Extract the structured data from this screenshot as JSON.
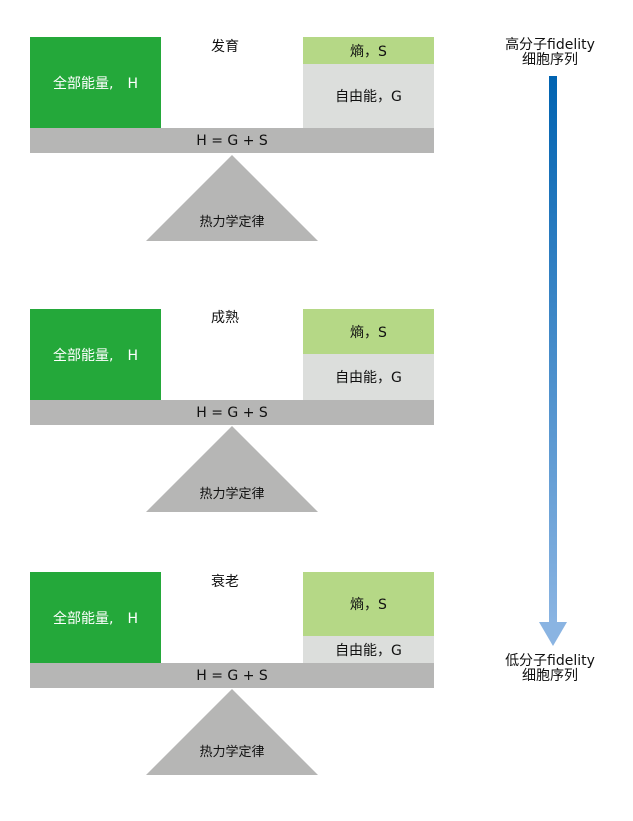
{
  "stages": [
    {
      "title": "发育",
      "energy_label": "全部能量,　H",
      "entropy_label": "熵，S",
      "free_energy_label": "自由能，G",
      "equation": "H = G + S",
      "fulcrum_label": "热力学定律"
    },
    {
      "title": "成熟",
      "energy_label": "全部能量,　H",
      "entropy_label": "熵，S",
      "free_energy_label": "自由能，G",
      "equation": "H = G + S",
      "fulcrum_label": "热力学定律"
    },
    {
      "title": "衰老",
      "energy_label": "全部能量,　H",
      "entropy_label": "熵，S",
      "free_energy_label": "自由能，G",
      "equation": "H = G + S",
      "fulcrum_label": "热力学定律"
    }
  ],
  "side": {
    "top_line1": "高分子fidelity",
    "top_line2": "细胞序列",
    "bottom_line1": "低分子fidelity",
    "bottom_line2": "细胞序列"
  },
  "colors": {
    "energy": "#24a83a",
    "entropy": "#b5d886",
    "free_energy": "#dcdedc",
    "beam": "#b6b6b5",
    "arrow_start": "#0063b1",
    "arrow_end": "#8ab4e2"
  }
}
